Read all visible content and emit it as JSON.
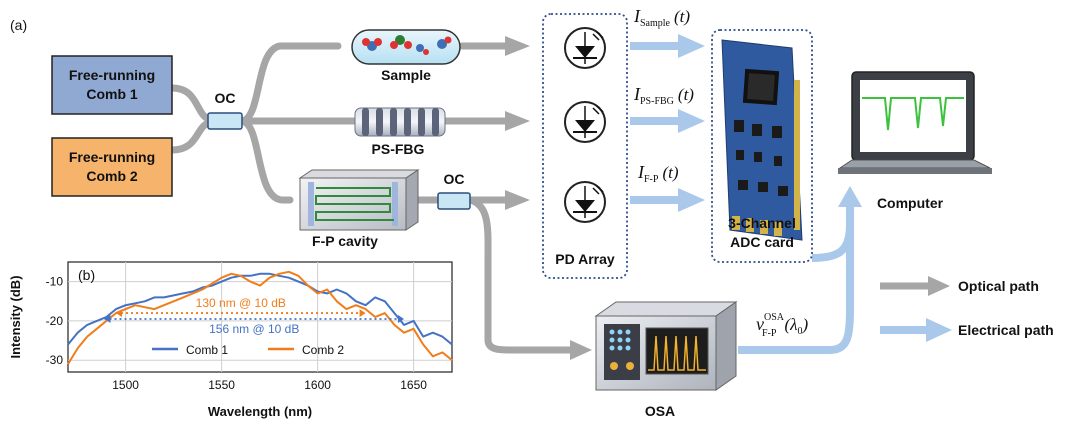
{
  "panel_a_label": "(a)",
  "panel_b_label": "(b)",
  "comb1_label": [
    "Free-running",
    "Comb 1"
  ],
  "comb2_label": [
    "Free-running",
    "Comb 2"
  ],
  "oc_label": "OC",
  "oc2_label": "OC",
  "sample_label": "Sample",
  "psfbg_label": "PS-FBG",
  "fp_label": "F-P cavity",
  "pd_label": "PD Array",
  "adc_label": [
    "3-Channel",
    "ADC card"
  ],
  "computer_label": "Computer",
  "osa_label": "OSA",
  "signals": {
    "sample_main": "I",
    "sample_sub": "Sample",
    "sample_arg": "(t)",
    "psfbg_main": "I",
    "psfbg_sub": "PS-FBG",
    "psfbg_arg": "(t)",
    "fp_main": "I",
    "fp_sub": "F-P",
    "fp_arg": "(t)",
    "osa_main": "ν",
    "osa_sup": "OSA",
    "osa_sub": "F-P",
    "osa_arg": "(λ",
    "osa_arg_sub": "0",
    "osa_arg_close": ")"
  },
  "legend": {
    "optical": "Optical path",
    "electrical": "Electrical path"
  },
  "colors": {
    "comb1_box": "#8fa9d3",
    "comb2_box": "#f5b36b",
    "optical_path": "#a6a6a6",
    "electrical_path": "#a9c8ea",
    "pd_border": "#2f4f8f",
    "comb1_line": "#4472c4",
    "comb2_line": "#f07d1a"
  },
  "chart_data": {
    "type": "line",
    "xlabel": "Wavelength (nm)",
    "ylabel": "Intensity (dB)",
    "xlim": [
      1470,
      1670
    ],
    "ylim": [
      -33,
      -5
    ],
    "xticks": [
      1500,
      1550,
      1600,
      1650
    ],
    "yticks": [
      -10,
      -20,
      -30
    ],
    "grid": true,
    "legend_position": "bottom",
    "annotations": [
      {
        "text": "130 nm @ 10 dB",
        "color": "#f07d1a",
        "x_start": 1495,
        "x_end": 1625,
        "y": -18
      },
      {
        "text": "156 nm @ 10 dB",
        "color": "#4472c4",
        "x_start": 1489,
        "x_end": 1645,
        "y": -19.5
      }
    ],
    "series": [
      {
        "name": "Comb 1",
        "color": "#4472c4",
        "x": [
          1470,
          1475,
          1480,
          1485,
          1490,
          1495,
          1500,
          1505,
          1510,
          1515,
          1520,
          1525,
          1530,
          1535,
          1540,
          1545,
          1550,
          1555,
          1560,
          1565,
          1570,
          1575,
          1580,
          1585,
          1590,
          1595,
          1600,
          1605,
          1610,
          1615,
          1620,
          1625,
          1630,
          1635,
          1640,
          1645,
          1650,
          1655,
          1660,
          1665,
          1670
        ],
        "y": [
          -26,
          -23,
          -21,
          -20,
          -19,
          -17,
          -16,
          -15.5,
          -15,
          -14,
          -14,
          -13.5,
          -13,
          -12.5,
          -11.5,
          -11,
          -10,
          -9,
          -8.5,
          -8.5,
          -8,
          -8,
          -8.5,
          -9,
          -10,
          -11,
          -12.5,
          -13,
          -12,
          -13,
          -15,
          -16,
          -14,
          -15,
          -18,
          -21,
          -20,
          -24,
          -23,
          -24,
          -26
        ]
      },
      {
        "name": "Comb 2",
        "color": "#f07d1a",
        "x": [
          1470,
          1475,
          1480,
          1485,
          1490,
          1495,
          1500,
          1505,
          1510,
          1515,
          1520,
          1525,
          1530,
          1535,
          1540,
          1545,
          1550,
          1555,
          1560,
          1565,
          1570,
          1575,
          1580,
          1585,
          1590,
          1595,
          1600,
          1605,
          1610,
          1615,
          1620,
          1625,
          1630,
          1635,
          1640,
          1645,
          1650,
          1655,
          1660,
          1665,
          1670
        ],
        "y": [
          -31,
          -27,
          -24,
          -22,
          -20,
          -18,
          -17,
          -16,
          -16.5,
          -17,
          -16,
          -15,
          -14,
          -13,
          -12,
          -10.5,
          -9,
          -8,
          -8.5,
          -10,
          -11,
          -9,
          -8,
          -7.5,
          -8.5,
          -11,
          -13,
          -12,
          -15,
          -17,
          -16,
          -17,
          -19,
          -18,
          -21,
          -23,
          -22,
          -26,
          -29,
          -28,
          -30
        ]
      }
    ]
  }
}
